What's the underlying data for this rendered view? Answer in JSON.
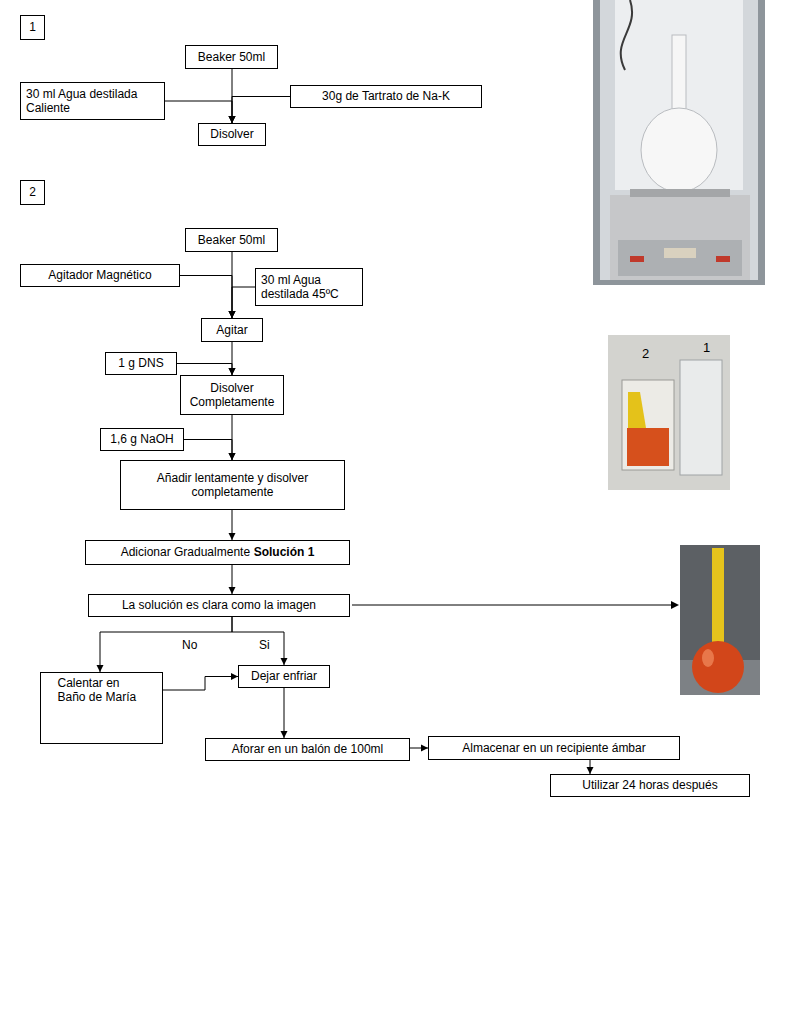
{
  "diagram": {
    "nodes": [
      {
        "text": [
          "1"
        ]
      },
      {
        "text": [
          "Beaker 50ml"
        ]
      },
      {
        "text": [
          "30 ml Agua destilada Caliente"
        ]
      },
      {
        "text": [
          "30g de Tartrato de Na-K"
        ]
      },
      {
        "text": [
          "Disolver"
        ]
      },
      {
        "text": [
          "2"
        ]
      },
      {
        "text": [
          "Beaker 50ml"
        ]
      },
      {
        "text": [
          "Agitador Magnético"
        ]
      },
      {
        "text": [
          "30 ml Agua destilada 45ºC"
        ]
      },
      {
        "text": [
          "Agitar"
        ]
      },
      {
        "text": [
          "1 g DNS"
        ]
      },
      {
        "text": [
          "Disolver Completamente"
        ]
      },
      {
        "text": [
          "1,6 g NaOH"
        ]
      },
      {
        "text": [
          "Añadir lentamente y disolver completamente"
        ]
      },
      {
        "text": [
          "Adicionar Gradualmente",
          "Solución 1"
        ]
      },
      {
        "text": [
          "La solución es clara como la imagen"
        ]
      },
      {
        "text": [
          "Calentar en Baño de María"
        ]
      },
      {
        "text": [
          "Dejar enfriar"
        ]
      },
      {
        "text": [
          "Aforar en un balón de 100ml"
        ]
      },
      {
        "text": [
          "Almacenar en un recipiente ámbar"
        ]
      },
      {
        "text": [
          "Utilizar 24 horas después"
        ]
      }
    ],
    "edges": [
      {
        "from": 1,
        "to": 4,
        "arrow": "to"
      },
      {
        "from": 2,
        "to": 4,
        "arrow": "to"
      },
      {
        "from": 3,
        "to": 4,
        "arrow": "to"
      },
      {
        "from": 6,
        "to": 9,
        "arrow": "to"
      },
      {
        "from": 7,
        "to": 9,
        "arrow": "to"
      },
      {
        "from": 8,
        "to": 9,
        "arrow": "to"
      },
      {
        "from": 9,
        "to": 11,
        "arrow": "to"
      },
      {
        "from": 10,
        "to": 11,
        "arrow": "to"
      },
      {
        "from": 11,
        "to": 13,
        "arrow": "to"
      },
      {
        "from": 12,
        "to": 13,
        "arrow": "to"
      },
      {
        "from": 13,
        "to": 14,
        "arrow": "to"
      },
      {
        "from": 14,
        "to": 15,
        "arrow": "to"
      },
      {
        "from": 15,
        "to": 16,
        "label": "No",
        "arrow": "to"
      },
      {
        "from": 15,
        "to": 17,
        "label": "Si",
        "arrow": "to"
      },
      {
        "from": 16,
        "to": 17,
        "arrow": "to"
      },
      {
        "from": 17,
        "to": 18,
        "arrow": "to"
      },
      {
        "from": 18,
        "to": 19,
        "arrow": "to"
      },
      {
        "from": 19,
        "to": 20,
        "arrow": "to"
      }
    ],
    "labels": [
      "2",
      "1"
    ]
  }
}
